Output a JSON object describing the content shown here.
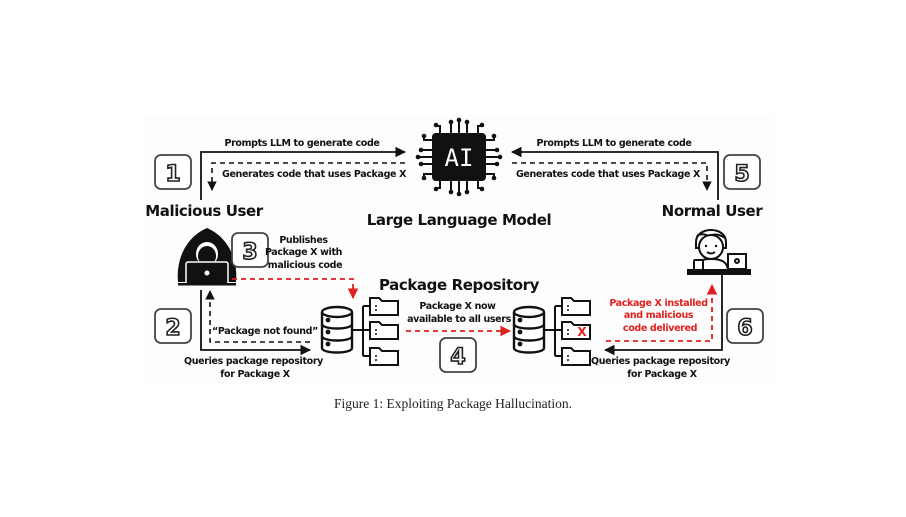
{
  "figure": {
    "caption": "Figure 1: Exploiting Package Hallucination.",
    "colors": {
      "ink": "#111111",
      "attack": "#e0201f",
      "panel": "#fdfdfd"
    },
    "llm": {
      "chip_label": "AI",
      "title": "Large Language Model"
    },
    "actors": {
      "malicious": "Malicious User",
      "normal": "Normal User"
    },
    "repository": {
      "title": "Package Repository",
      "marker": "X"
    },
    "steps": [
      {
        "number": "1",
        "request": "Prompts LLM to generate code",
        "response": "Generates code that uses Package X"
      },
      {
        "number": "2",
        "request": "Queries package repository for Package X",
        "request_lines": [
          "Queries package repository",
          "for Package X"
        ],
        "response": "“Package not found”"
      },
      {
        "number": "3",
        "action": "Publishes Package X with malicious code",
        "action_lines": [
          "Publishes",
          "Package X with",
          "malicious code"
        ]
      },
      {
        "number": "4",
        "action": "Package X now available to all users",
        "action_lines": [
          "Package X now",
          "available to all users"
        ]
      },
      {
        "number": "5",
        "request": "Prompts LLM to generate code",
        "response": "Generates code that uses Package X"
      },
      {
        "number": "6",
        "request": "Queries package repository for Package X",
        "request_lines": [
          "Queries package repository",
          "for Package X"
        ],
        "response": "Package X installed and malicious code delivered",
        "response_lines": [
          "Package X installed",
          "and malicious",
          "code delivered"
        ]
      }
    ]
  }
}
